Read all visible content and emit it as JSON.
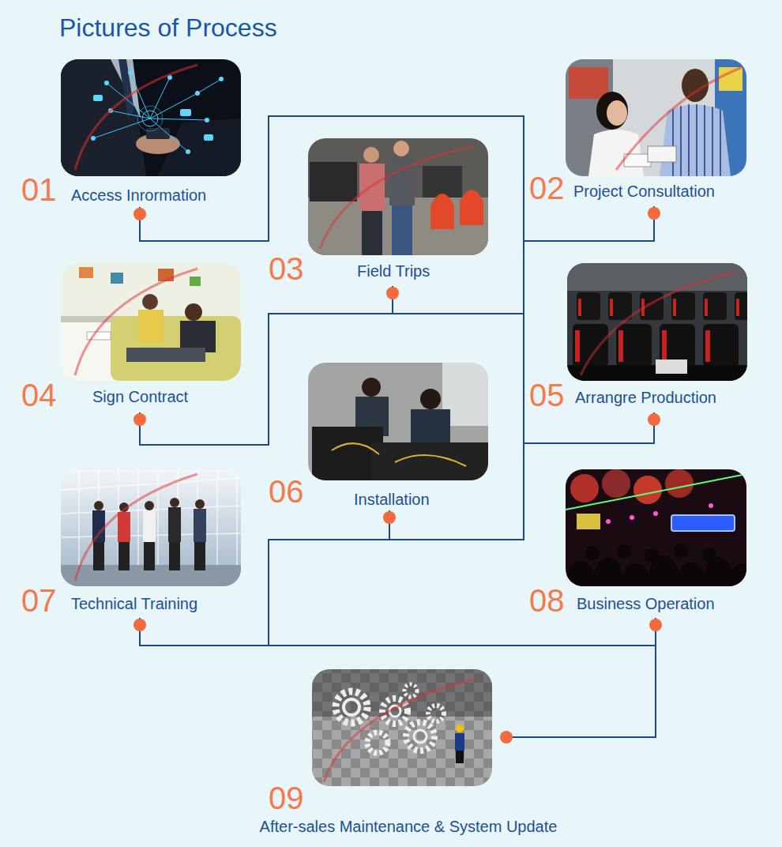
{
  "diagram": {
    "title": "Pictures of Process",
    "nodes": [
      {
        "text": [
          "01",
          "Access Inrormation"
        ]
      },
      {
        "text": [
          "02",
          "Project Consultation"
        ]
      },
      {
        "text": [
          "03",
          "Field Trips"
        ]
      },
      {
        "text": [
          "04",
          "Sign Contract"
        ]
      },
      {
        "text": [
          "05",
          "Arrangre Production"
        ]
      },
      {
        "text": [
          "06",
          "Installation"
        ]
      },
      {
        "text": [
          "07",
          "Technical Training"
        ]
      },
      {
        "text": [
          "08",
          "Business Operation"
        ]
      },
      {
        "text": [
          "09",
          "After-sales Maintenance & System Update"
        ]
      }
    ],
    "edges": [
      {
        "from": 0,
        "to": 1,
        "arrow": "none"
      },
      {
        "from": 1,
        "to": 2,
        "arrow": "none"
      },
      {
        "from": 2,
        "to": 3,
        "arrow": "none"
      },
      {
        "from": 3,
        "to": 4,
        "arrow": "none"
      },
      {
        "from": 4,
        "to": 5,
        "arrow": "none"
      },
      {
        "from": 5,
        "to": 6,
        "arrow": "none"
      },
      {
        "from": 6,
        "to": 7,
        "arrow": "none"
      },
      {
        "from": 7,
        "to": 8,
        "arrow": "none"
      }
    ]
  }
}
